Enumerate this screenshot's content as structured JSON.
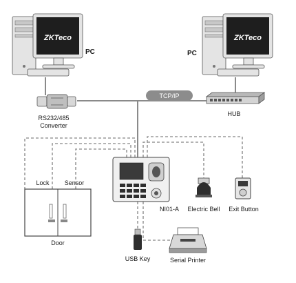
{
  "diagram": {
    "pc_left_label": "PC",
    "pc_right_label": "PC",
    "logo_text": "ZKTeco",
    "bus_label": "TCP/IP",
    "hub_label": "HUB",
    "converter_label_line1": "RS232/485",
    "converter_label_line2": "Converter",
    "lock_label": "Lock",
    "sensor_label": "Sensor",
    "door_label": "Door",
    "device_label": "NI01-A",
    "bell_label": "Electric Bell",
    "exit_label": "Exit Button",
    "usb_label": "USB Key",
    "printer_label": "Serial Printer"
  },
  "colors": {
    "bus_pill": "#8c8c8c",
    "wire": "#8a8a8a",
    "dashed_wire": "#9a9a9a",
    "monitor_screen": "#1e1e1e"
  }
}
